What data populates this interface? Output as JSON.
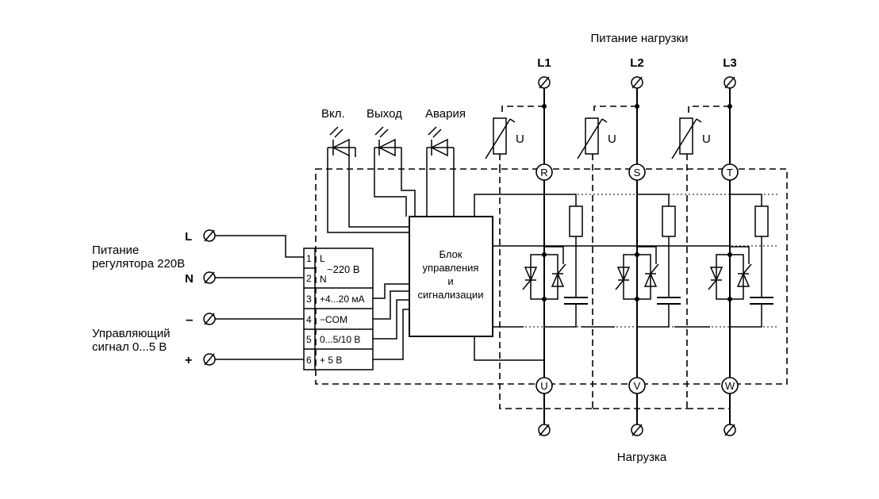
{
  "labels": {
    "load_power": "Питание нагрузки",
    "load": "Нагрузка",
    "regulator_power_line1": "Питание",
    "regulator_power_line2": "регулятора 220В",
    "control_signal_line1": "Управляющий",
    "control_signal_line2": "сигнал 0...5 В"
  },
  "inputs": [
    {
      "sign": "L"
    },
    {
      "sign": "N"
    },
    {
      "sign": "–"
    },
    {
      "sign": "+"
    }
  ],
  "phases": [
    {
      "line": "L1",
      "in_terminal": "R",
      "out_terminal": "U"
    },
    {
      "line": "L2",
      "in_terminal": "S",
      "out_terminal": "V"
    },
    {
      "line": "L3",
      "in_terminal": "T",
      "out_terminal": "W"
    }
  ],
  "leds": [
    "Вкл.",
    "Выход",
    "Авария"
  ],
  "varistor_label": "U",
  "terminal_block": [
    {
      "num": "1",
      "label": "L"
    },
    {
      "num": "2",
      "label": "N"
    },
    {
      "num": "3",
      "label": "+4...20 мА"
    },
    {
      "num": "4",
      "label": "−COM"
    },
    {
      "num": "5",
      "label": "0...5/10 В"
    },
    {
      "num": "6",
      "label": "+  5 В"
    }
  ],
  "supply_label": "~220 В",
  "control_block": {
    "line1": "Блок",
    "line2": "управления",
    "line3": "и",
    "line4": "сигнализации"
  }
}
